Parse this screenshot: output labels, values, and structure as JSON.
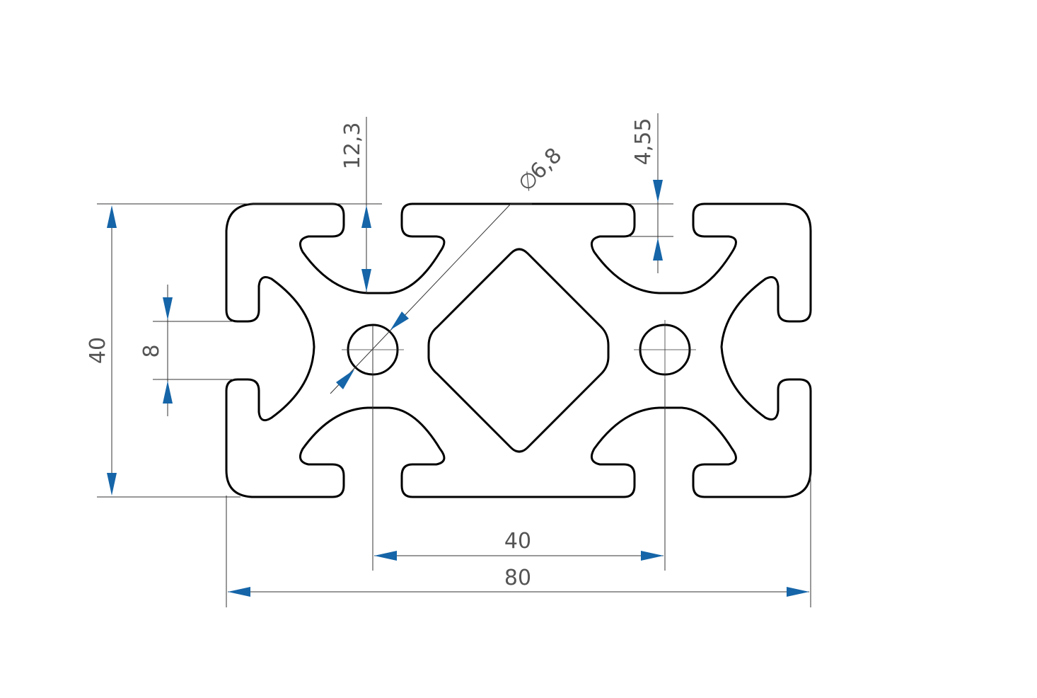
{
  "drawing": {
    "accent_color": "#1565a8",
    "line_color": "#000000",
    "dimension_line_color": "#333333",
    "text_color": "#555555"
  },
  "dimensions": {
    "overall_height": "40",
    "slot_width": "8",
    "slot_depth": "12,3",
    "lip_thickness": "4,55",
    "bore_diameter": "6,8",
    "bore_pitch": "40",
    "overall_width": "80"
  },
  "symbols": {
    "diameter": "∅"
  }
}
